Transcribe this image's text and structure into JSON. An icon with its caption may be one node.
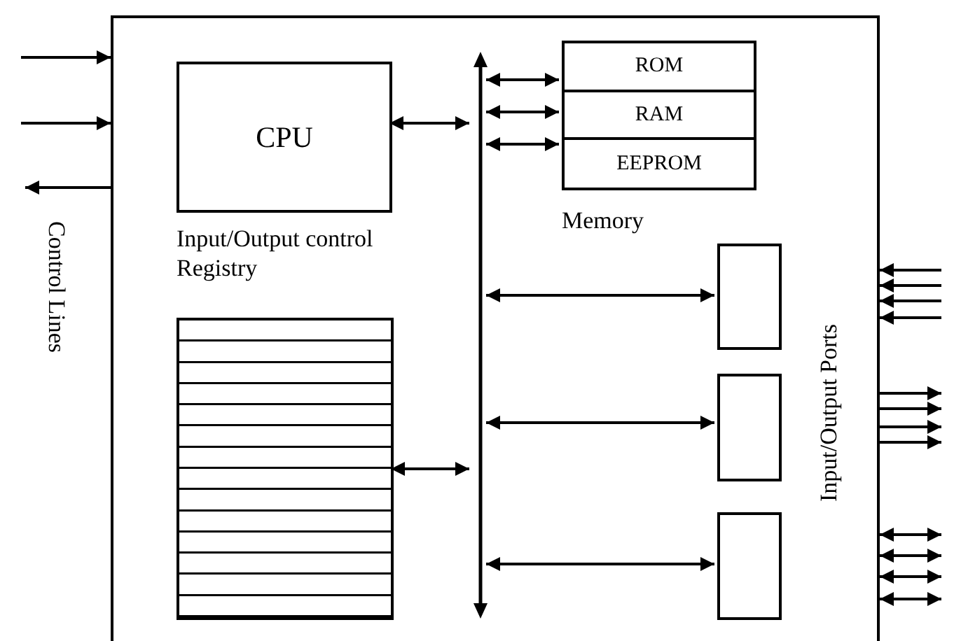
{
  "diagram": {
    "nodes": [
      {
        "text": [],
        "shape": "box"
      },
      {
        "text": [
          "CPU"
        ],
        "in": 0
      },
      {
        "text": [
          "Input/Output control Registry"
        ],
        "in": 0
      },
      {
        "text": [],
        "shape": "bar",
        "in": 0
      },
      {
        "text": [
          "Memory"
        ],
        "in": 0
      },
      {
        "text": [
          "ROM"
        ],
        "in": 4
      },
      {
        "text": [
          "RAM"
        ],
        "in": 4
      },
      {
        "text": [
          "EEPROM"
        ],
        "in": 4
      },
      {
        "text": [],
        "shape": "box",
        "in": 0
      },
      {
        "text": [],
        "shape": "box",
        "in": 0
      },
      {
        "text": [],
        "shape": "box",
        "in": 0
      }
    ],
    "edges": [
      {
        "from": null,
        "to": 0,
        "arrow": "to"
      },
      {
        "from": null,
        "to": 0,
        "arrow": "to"
      },
      {
        "from": 0,
        "to": null,
        "arrow": "to"
      },
      {
        "from": null,
        "to": 0,
        "arrow": "to"
      },
      {
        "from": null,
        "to": 0,
        "arrow": "to"
      },
      {
        "from": null,
        "to": 0,
        "arrow": "to"
      },
      {
        "from": null,
        "to": 0,
        "arrow": "to"
      },
      {
        "from": 0,
        "to": null,
        "arrow": "to"
      },
      {
        "from": 0,
        "to": null,
        "arrow": "to"
      },
      {
        "from": 0,
        "to": null,
        "arrow": "to"
      },
      {
        "from": 0,
        "to": null,
        "arrow": "to"
      },
      {
        "from": 0,
        "to": null,
        "arrow": "both"
      },
      {
        "from": 0,
        "to": null,
        "arrow": "both"
      },
      {
        "from": 0,
        "to": null,
        "arrow": "both"
      },
      {
        "from": 0,
        "to": null,
        "arrow": "both"
      },
      {
        "from": 1,
        "to": 3,
        "arrow": "both"
      },
      {
        "from": 3,
        "to": 5,
        "arrow": "both"
      },
      {
        "from": 3,
        "to": 6,
        "arrow": "both"
      },
      {
        "from": 3,
        "to": 7,
        "arrow": "both"
      },
      {
        "from": 3,
        "to": 8,
        "arrow": "both"
      },
      {
        "from": 3,
        "to": 9,
        "arrow": "both"
      },
      {
        "from": 3,
        "to": 10,
        "arrow": "both"
      },
      {
        "from": 2,
        "to": 3,
        "arrow": "both"
      }
    ],
    "labels": [
      "Control Lines",
      "Input/Output Ports"
    ]
  }
}
